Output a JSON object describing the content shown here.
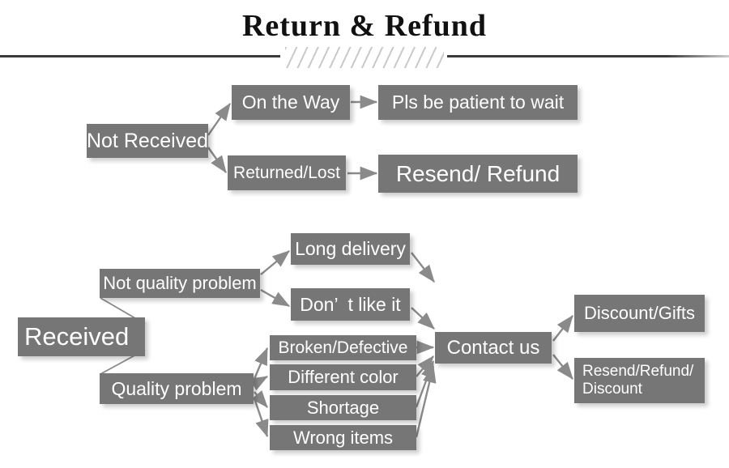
{
  "header": {
    "title": "Return & Refund",
    "divider_icon": "hatched-divider"
  },
  "colors": {
    "box_fill": "#767676",
    "box_text": "#ffffff",
    "arrow": "#8a8a8a",
    "rule": "#3b3b3b",
    "hatch": "#c9c9c9",
    "background": "#ffffff"
  },
  "diagram": {
    "branch_not_received": {
      "root_label": "Not Received",
      "nodes": [
        {
          "label": "On the Way",
          "outcome": "Pls be patient to wait"
        },
        {
          "label": "Returned/Lost",
          "outcome": "Resend/ Refund"
        }
      ]
    },
    "branch_received": {
      "root_label": "Received",
      "categories": [
        {
          "label": "Not quality problem",
          "issues": [
            "Long delivery",
            "Don’  t like it"
          ]
        },
        {
          "label": "Quality problem",
          "issues": [
            "Broken/Defective",
            "Different color",
            "Shortage",
            "Wrong items"
          ]
        }
      ],
      "action_label": "Contact us",
      "resolutions": [
        {
          "line1": "Discount/Gifts",
          "line2": ""
        },
        {
          "line1": "Resend/Refund/",
          "line2": "Discount"
        }
      ]
    }
  }
}
